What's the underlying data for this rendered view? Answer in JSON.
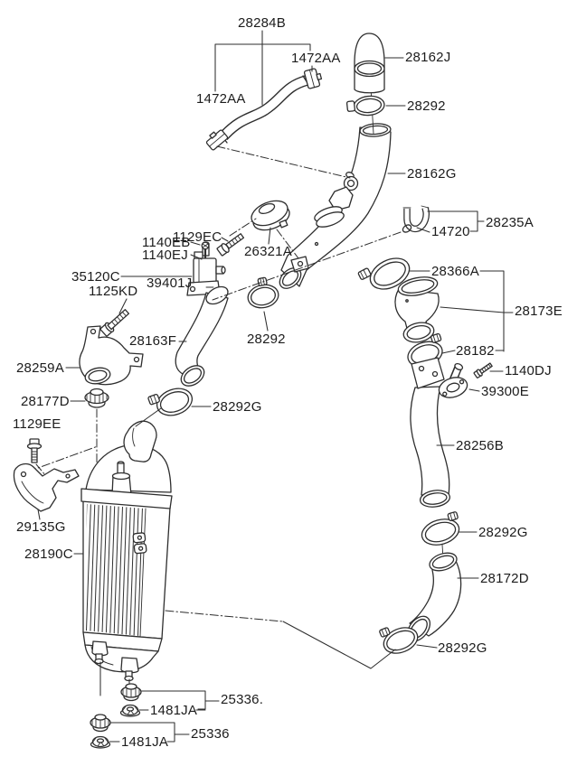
{
  "colors": {
    "background": "#ffffff",
    "line": "#2e2e2e",
    "text": "#1c1c1c"
  },
  "labels": {
    "p28284b": "28284B",
    "p1472aa": "1472AA",
    "p28162j": "28162J",
    "p28292": "28292",
    "p28162g": "28162G",
    "p28235a": "28235A",
    "p14720": "14720",
    "p1129ec": "1129EC",
    "p26321a": "26321A",
    "p1140eb": "1140EB",
    "p1140ej": "1140EJ",
    "p35120c": "35120C",
    "p39401j": "39401J",
    "p1125kd": "1125KD",
    "p28366a": "28366A",
    "p28173e": "28173E",
    "p28163f": "28163F",
    "p28182": "28182",
    "p28259a": "28259A",
    "p1140dj": "1140DJ",
    "p39300e": "39300E",
    "p28177d": "28177D",
    "p28292g": "28292G",
    "p1129ee": "1129EE",
    "p28256b": "28256B",
    "p29135g": "29135G",
    "p28190c": "28190C",
    "p28172d": "28172D",
    "p25336_dot": "25336.",
    "p25336": "25336",
    "p1481ja": "1481JA"
  }
}
